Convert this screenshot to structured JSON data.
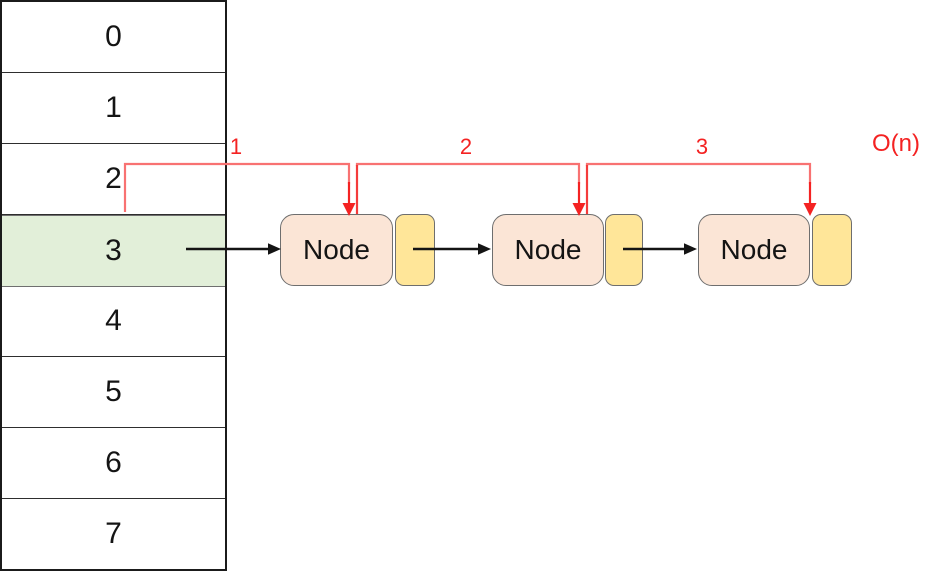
{
  "diagram": {
    "title_hint": "hash-table separate chaining lookup",
    "array": {
      "cells": [
        {
          "label": "0"
        },
        {
          "label": "1"
        },
        {
          "label": "2"
        },
        {
          "label": "3"
        },
        {
          "label": "4"
        },
        {
          "label": "5"
        },
        {
          "label": "6"
        },
        {
          "label": "7"
        }
      ],
      "highlighted_index": 3
    },
    "nodes": [
      {
        "label": "Node"
      },
      {
        "label": "Node"
      },
      {
        "label": "Node"
      }
    ],
    "steps": [
      {
        "label": "1"
      },
      {
        "label": "2"
      },
      {
        "label": "3"
      }
    ],
    "complexity_label": "O(n)",
    "colors": {
      "highlight_green": "#e2efd9",
      "node_fill": "#fbe5d6",
      "next_pointer_fill": "#ffe699",
      "box_border": "#6e6e6e",
      "black_arrow": "#141414",
      "traversal_red": "#f87272",
      "arrowhead_red": "#f42222"
    }
  }
}
